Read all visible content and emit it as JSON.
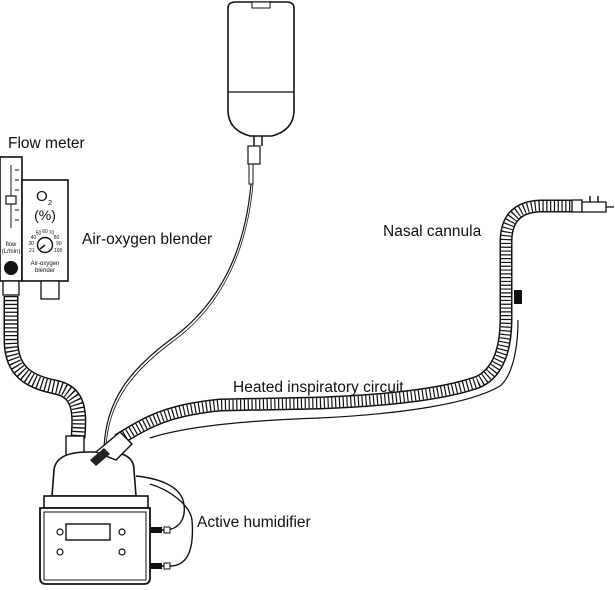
{
  "labels": {
    "flow_meter": "Flow meter",
    "air_oxygen_blender": "Air-oxygen blender",
    "nasal_cannula": "Nasal cannula",
    "heated_inspiratory_circuit": "Heated inspiratory circuit",
    "active_humidifier": "Active humidifier"
  },
  "blender_panel": {
    "o2_symbol": "O",
    "o2_subscript": "2",
    "percent": "(%)",
    "dial_label_line1": "Air-oxygen",
    "dial_label_line2": "blender",
    "scale_ticks": [
      "21",
      "30",
      "40",
      "50",
      "60",
      "70",
      "80",
      "90",
      "100"
    ]
  },
  "flow_meter_panel": {
    "unit_line1": "flow",
    "unit_line2": "(L/min)"
  },
  "colors": {
    "line": "#111111",
    "fill": "#ffffff",
    "shade": "#d9d9d9",
    "dark": "#222222"
  }
}
